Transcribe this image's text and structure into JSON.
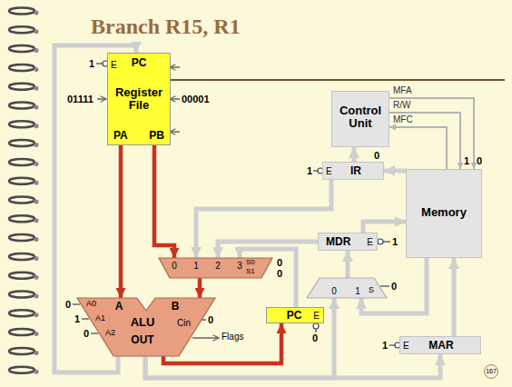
{
  "diagram": {
    "title": "Branch R15, R1",
    "nodes": [
      {
        "text": [
          "PC",
          "E",
          "Register File",
          "PA",
          "PB"
        ]
      },
      {
        "text": [
          "Control Unit"
        ]
      },
      {
        "text": [
          "E",
          "IR"
        ]
      },
      {
        "text": [
          "Memory"
        ]
      },
      {
        "text": [
          "MDR",
          "E"
        ]
      },
      {
        "text": [
          "0",
          "1",
          "2",
          "3",
          "S0",
          "S1"
        ]
      },
      {
        "text": [
          "0",
          "1",
          "S"
        ]
      },
      {
        "text": [
          "A0",
          "A1",
          "A2",
          "A",
          "B",
          "ALU",
          "OUT",
          "Cin"
        ]
      },
      {
        "text": [
          "PC",
          "E"
        ]
      },
      {
        "text": [
          "E",
          "MAR"
        ]
      },
      {
        "text": [
          "167"
        ]
      }
    ],
    "edges": [
      {
        "from": 0,
        "to": 7,
        "arrow": "to"
      },
      {
        "from": 0,
        "to": 5,
        "arrow": "to"
      },
      {
        "from": 5,
        "to": 7,
        "arrow": "to"
      },
      {
        "from": 7,
        "to": 8,
        "arrow": "to"
      },
      {
        "from": 7,
        "to": 0,
        "arrow": "to"
      },
      {
        "from": 3,
        "to": 2,
        "arrow": "to"
      },
      {
        "from": 2,
        "to": 1,
        "arrow": "to"
      },
      {
        "from": 2,
        "to": 5,
        "arrow": "to"
      },
      {
        "from": 4,
        "to": 5,
        "arrow": "to"
      },
      {
        "from": 8,
        "to": 5,
        "arrow": "to"
      },
      {
        "from": 7,
        "to": 6,
        "arrow": "to"
      },
      {
        "from": 3,
        "to": 6,
        "arrow": "to"
      },
      {
        "from": 6,
        "to": 4,
        "arrow": "to"
      },
      {
        "from": 4,
        "to": 3,
        "arrow": "to"
      },
      {
        "from": 7,
        "to": 9,
        "arrow": "to"
      },
      {
        "from": 9,
        "to": 3,
        "arrow": "to"
      },
      {
        "from": 1,
        "to": 3,
        "label": "MFA",
        "arrow": "to"
      },
      {
        "from": 1,
        "to": 3,
        "label": "R/W",
        "arrow": "to"
      },
      {
        "from": 3,
        "to": 1,
        "label": "MFC",
        "arrow": "to"
      }
    ],
    "labels": [
      "1",
      "01111",
      "00001",
      "0",
      "1",
      "1",
      "0",
      "1",
      "0",
      "0",
      "0",
      "0",
      "1",
      "0",
      "0",
      "Flags",
      "0",
      "1"
    ]
  }
}
